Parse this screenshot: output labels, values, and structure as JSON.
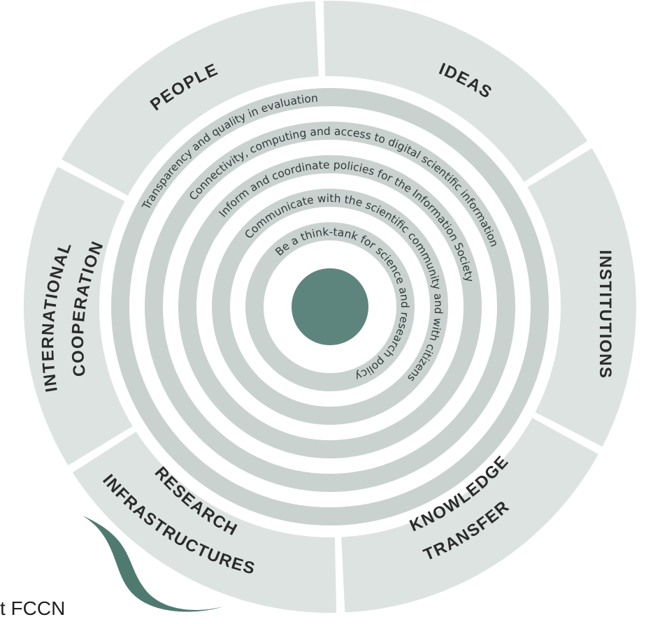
{
  "diagram": {
    "segments": [
      {
        "id": "people",
        "label": "PEOPLE"
      },
      {
        "id": "ideas",
        "label": "IDEAS"
      },
      {
        "id": "institutions",
        "label": "INSTITUTIONS"
      },
      {
        "id": "knowledge-transfer",
        "lines": [
          "KNOWLEDGE",
          "TRANSFER"
        ]
      },
      {
        "id": "research-infrastructures",
        "lines": [
          "RESEARCH",
          "INFRASTRUCTURES"
        ]
      },
      {
        "id": "international-cooperation",
        "lines": [
          "INTERNATIONAL",
          "COOPERATION"
        ]
      }
    ],
    "rings": [
      "Transparency and quality in evaluation",
      "Connectivity, computing and access to digital scientific information",
      "Inform and coordinate policies for the Information Society",
      "Communicate with the scientific community and with citizens",
      "Be a think-tank for science and research policy"
    ],
    "colors": {
      "segment_fill": "#dde3e1",
      "ring_band": "#c9d2cf",
      "center": "#5e857d",
      "leaf": "#4f7a70"
    }
  },
  "footer": {
    "text": "t FCCN"
  }
}
